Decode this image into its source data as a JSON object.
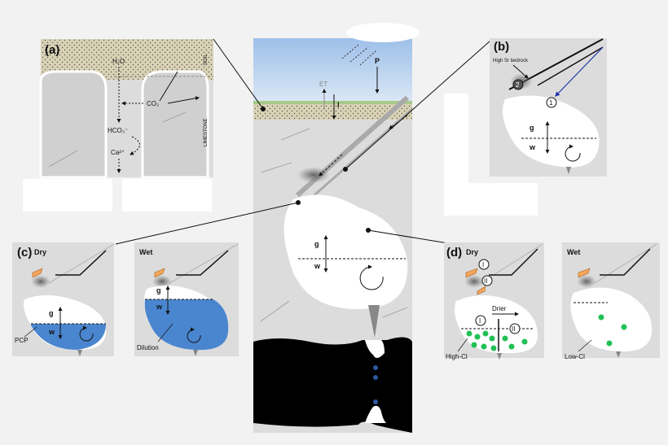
{
  "colors": {
    "panel_bg": "#dcdcdc",
    "soil": "#d9d2b5",
    "sky_top": "#a8c6ea",
    "water_blue": "#4a86d0",
    "ion_green": "#22c055",
    "arrow_orange": "#f2a65a",
    "grass": "#a7c98a"
  },
  "panel_a": {
    "label": "(a)",
    "soil_label": "SOIL",
    "limestone_label": "LIMESTONE",
    "h2o": "H₂O",
    "co2": "CO₂",
    "hco3": "HCO₃⁻",
    "ca": "Ca²⁺"
  },
  "center": {
    "p_label": "P",
    "et_label": "ET",
    "i_label": "I",
    "g_label": "g",
    "w_label": "w"
  },
  "panel_b": {
    "label": "(b)",
    "bedrock_label": "High Sr bedrock",
    "marker_1": "1",
    "marker_2": "2",
    "g_label": "g",
    "w_label": "w"
  },
  "panel_c": {
    "label": "(c)",
    "dry_title": "Dry",
    "wet_title": "Wet",
    "pcp_label": "PCP",
    "dilution_label": "Dilution",
    "g_label": "g",
    "w_label": "w"
  },
  "panel_d": {
    "label": "(d)",
    "dry_title": "Dry",
    "wet_title": "Wet",
    "marker_i": "I",
    "marker_ii": "II",
    "drier_label": "Drier",
    "high_cl_label": "High-Cl",
    "low_cl_label": "Low-Cl"
  }
}
